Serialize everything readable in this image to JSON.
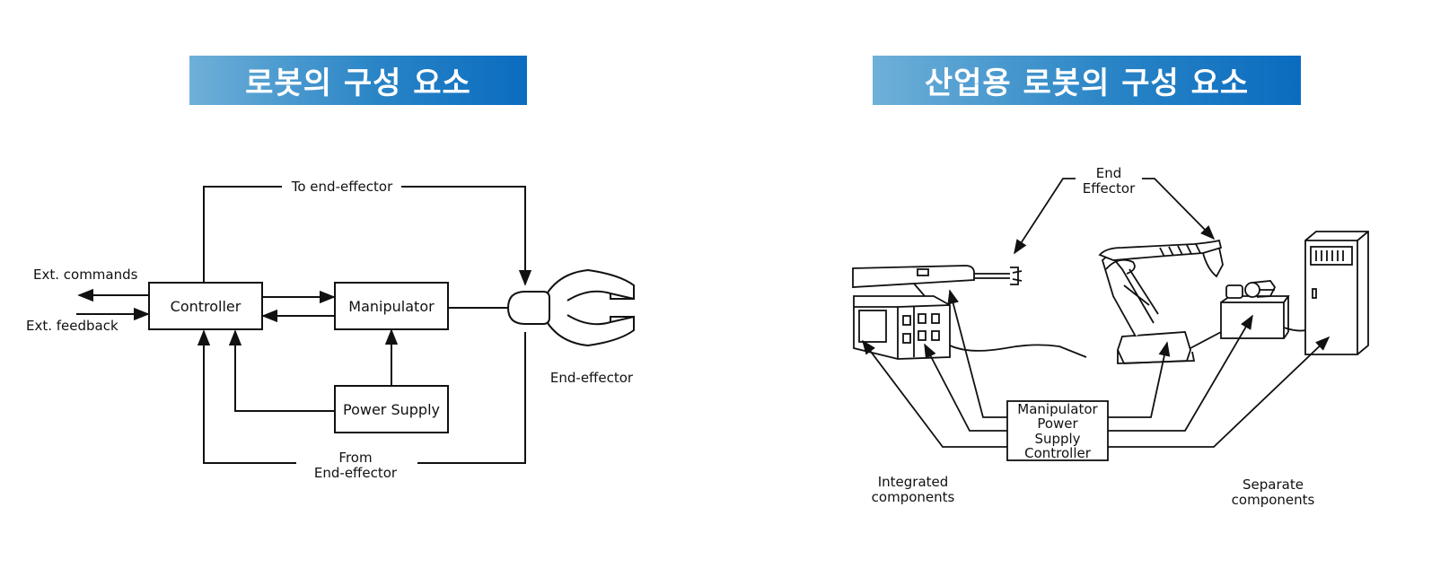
{
  "titles": {
    "left": "로봇의 구성 요소",
    "right": "산업용 로봇의 구성 요소"
  },
  "left_diagram": {
    "controller": "Controller",
    "manipulator": "Manipulator",
    "power_supply": "Power Supply",
    "end_effector": "End-effector",
    "to_end_effector": "To end-effector",
    "from_end_effector_line1": "From",
    "from_end_effector_line2": "End-effector",
    "ext_commands": "Ext. commands",
    "ext_feedback": "Ext. feedback"
  },
  "right_diagram": {
    "end_effector_line1": "End",
    "end_effector_line2": "Effector",
    "box_line1": "Manipulator",
    "box_line2": "Power",
    "box_line3": "Supply",
    "box_line4": "Controller",
    "integrated_line1": "Integrated",
    "integrated_line2": "components",
    "separate_line1": "Separate",
    "separate_line2": "components"
  },
  "colors": {
    "banner_start": "#6fb0d8",
    "banner_end": "#0a6cc0",
    "line": "#111111"
  }
}
